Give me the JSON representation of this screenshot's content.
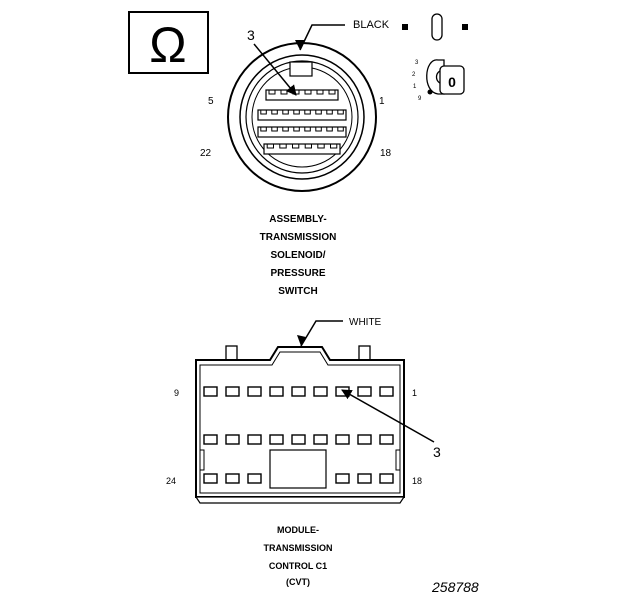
{
  "connector_top": {
    "color_label": "BLACK",
    "callout_number": "3",
    "pin_labels": {
      "top_left": "5",
      "top_right": "1",
      "bottom_left": "22",
      "bottom_right": "18"
    },
    "title_lines": [
      "ASSEMBLY-",
      "TRANSMISSION",
      "SOLENOID/",
      "PRESSURE",
      "SWITCH"
    ],
    "key_numbers": [
      "3",
      "2",
      "1",
      "9"
    ],
    "key_letter": "0",
    "symbol": "Ω"
  },
  "connector_bottom": {
    "color_label": "WHITE",
    "callout_number": "3",
    "pin_labels": {
      "top_left": "9",
      "top_right": "1",
      "bottom_left": "24",
      "bottom_right": "18"
    },
    "title_lines": [
      "MODULE-",
      "TRANSMISSION",
      "CONTROL C1",
      "(CVT)"
    ]
  },
  "figure_id": "258788"
}
